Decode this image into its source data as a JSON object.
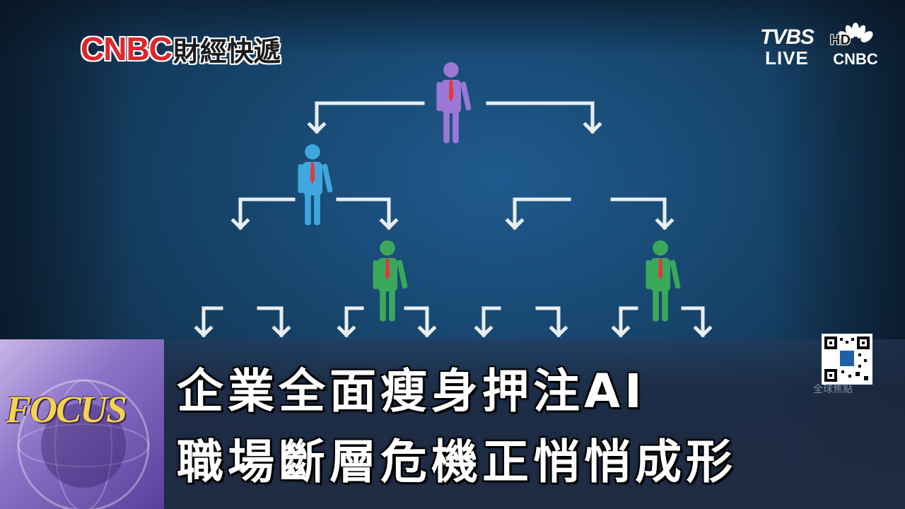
{
  "broadcast": {
    "program_logo": {
      "en": "CNBC",
      "zh": "財經快遞"
    },
    "channel_logo": {
      "line1": "TVBS",
      "line2": "LIVE"
    },
    "partner_logo": {
      "hd": "HD",
      "name": "CNBC"
    },
    "focus_badge": "FOCUS",
    "watermark": "全球焦點"
  },
  "headline": {
    "line1": "企業全面瘦身押注AI",
    "line2": "職場斷層危機正悄悄成形"
  },
  "colors": {
    "manager_top": "#9b78d6",
    "manager_mid": "#3fa6de",
    "manager_low": "#3aa85a",
    "tie": "#e03a3a",
    "arrow": "#e9eef3",
    "headline_text": "#ffffff",
    "cnbc_red": "#e0262b"
  }
}
